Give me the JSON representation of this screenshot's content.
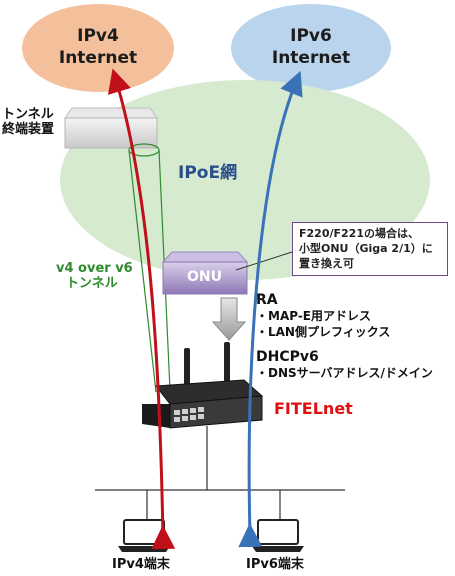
{
  "clouds": {
    "ipv4": {
      "line1": "IPv4",
      "line2": "Internet",
      "fill": "#f4c09c"
    },
    "ipv6": {
      "line1": "IPv6",
      "line2": "Internet",
      "fill": "#b9d4ec"
    },
    "ipoe": {
      "label": "IPoE網",
      "fill": "#d6ead0"
    }
  },
  "tunnel_terminal": {
    "line1": "トンネル",
    "line2": "終端装置"
  },
  "tunnel_label": {
    "line1": "v4 over v6",
    "line2": "トンネル"
  },
  "onu": {
    "label": "ONU"
  },
  "callout": {
    "line1": "F220/F221の場合は、",
    "line2": "小型ONU（Giga 2/1）に",
    "line3": "置き換え可"
  },
  "ra": {
    "title": "RA",
    "items": [
      "・MAP-E用アドレス",
      "・LAN側プレフィックス"
    ]
  },
  "dhcpv6": {
    "title": "DHCPv6",
    "items": [
      "・DNSサーバアドレス/ドメイン"
    ]
  },
  "router": {
    "brand": "FITELnet"
  },
  "terminals": {
    "ipv4": "IPv4端末",
    "ipv6": "IPv6端末"
  },
  "colors": {
    "ipv4_path": "#c0101a",
    "ipv6_path": "#3a72b8",
    "tunnel": "#2e8b2e",
    "onu": "#9a86bd",
    "brand": "#e01010",
    "ipv6_text": "#2a4f8a"
  }
}
